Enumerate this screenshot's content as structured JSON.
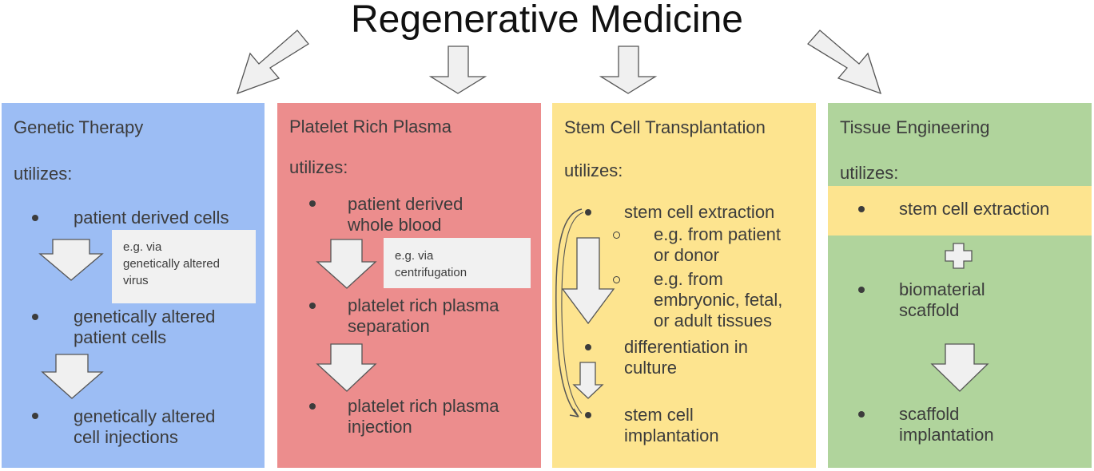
{
  "title": "Regenerative Medicine",
  "utilizes": "utilizes:",
  "panels": {
    "genetic": {
      "title": "Genetic Therapy",
      "items": [
        "patient derived cells",
        "genetically altered\npatient cells",
        "genetically altered\ncell injections"
      ],
      "note": "e.g. via\ngenetically altered\nvirus"
    },
    "prp": {
      "title": "Platelet Rich Plasma",
      "items": [
        "patient derived\nwhole blood",
        "platelet rich plasma\nseparation",
        "platelet rich plasma\ninjection"
      ],
      "note": "e.g. via\ncentrifugation"
    },
    "stem": {
      "title": "Stem Cell Transplantation",
      "items": [
        "stem cell extraction",
        "differentiation in\nculture",
        "stem cell\nimplantation"
      ],
      "subitems": [
        "e.g. from patient\nor donor",
        "e.g. from\nembryonic, fetal,\nor adult tissues"
      ]
    },
    "tissue": {
      "title": "Tissue Engineering",
      "items": [
        "stem cell extraction",
        "biomaterial\nscaffold",
        "scaffold\nimplantation"
      ]
    }
  },
  "colors": {
    "genetic": "#9cbdf4",
    "prp": "#ec8d8d",
    "stem": "#fde48f",
    "tissue": "#b0d49c",
    "arrow_fill": "#f0f0f0",
    "arrow_stroke": "#555555"
  },
  "icons": [
    "down-arrow-icon",
    "diagonal-arrow-icon",
    "plus-icon",
    "curved-bracket-arrow-icon"
  ]
}
